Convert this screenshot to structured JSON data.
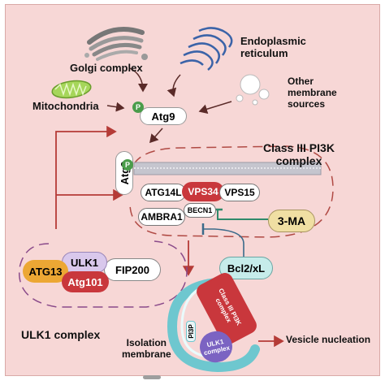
{
  "labels": {
    "golgi": "Golgi complex",
    "er": "Endoplasmic\nreticulum",
    "mito": "Mitochondria",
    "other": "Other\nmembrane\nsources",
    "atg9_top": "Atg9",
    "p": "P",
    "atg9_side": "Atg9",
    "class3_complex": "Class III PI3K\ncomplex",
    "atg14l": "ATG14L",
    "vps34": "VPS34",
    "vps15": "VPS15",
    "ambra1": "AMBRA1",
    "becn1": "BECN1",
    "three_ma": "3-MA",
    "bcl2": "Bcl2/xL",
    "ulk1": "ULK1",
    "atg13": "ATG13",
    "atg101": "Atg101",
    "fip200": "FIP200",
    "ulk1_complex": "ULK1 complex",
    "class3_rotated": "Class III PI3K\ncomplex",
    "pi3p": "PI3P",
    "ulk1_small": "ULK1\ncomplex",
    "isolation": "Isolation\nmembrane",
    "vesicle": "Vesicle nucleation"
  },
  "colors": {
    "background": "#f7d7d6",
    "vps34": "#c9373c",
    "atg101": "#c9373c",
    "atg13": "#eca734",
    "ulk1": "#d9c8ec",
    "three_ma": "#f0dfa3",
    "bcl2": "#c6ecea",
    "arrow": "#c04a43",
    "inhibit": "#2f8a6b",
    "isolation_membrane": "#6ec7cf",
    "ulk1_small": "#7b63c2"
  },
  "icons": [
    "golgi-icon",
    "er-icon",
    "mitochondria-icon",
    "membrane-vesicles-icon"
  ]
}
